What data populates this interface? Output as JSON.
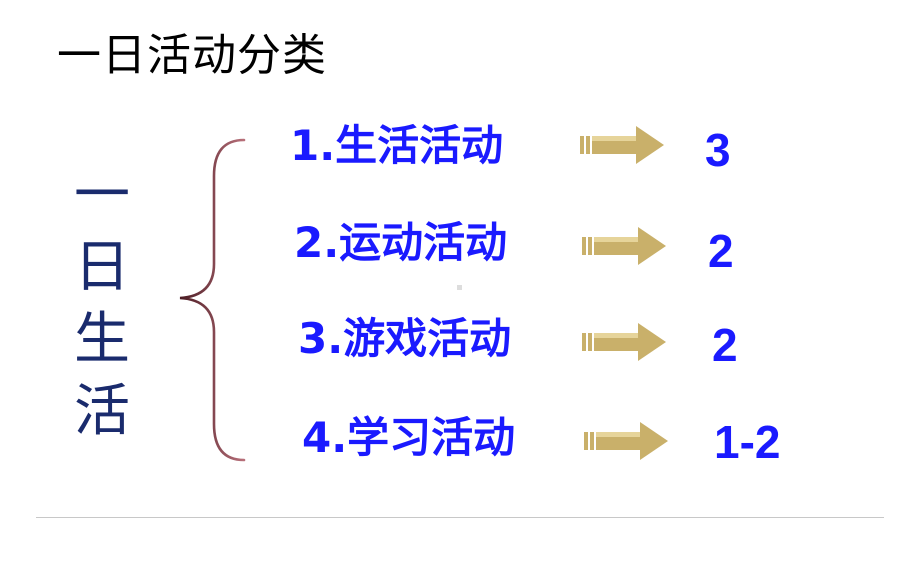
{
  "title": "一日活动分类",
  "vertical_label": [
    "一",
    "日",
    "生",
    "活"
  ],
  "items": [
    {
      "label": "1.生活活动",
      "value": "3"
    },
    {
      "label": "2.运动活动",
      "value": "2"
    },
    {
      "label": "3.游戏活动",
      "value": "2"
    },
    {
      "label": "4.学习活动",
      "value": "1-2"
    }
  ],
  "colors": {
    "item_text": "#1a1aff",
    "vertical_text": "#1a2b6d",
    "brace": "#7a2f3a",
    "arrow": "#c9b06a"
  }
}
